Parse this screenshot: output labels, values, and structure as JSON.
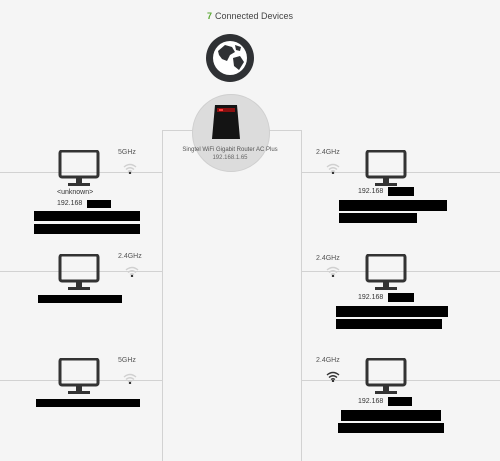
{
  "header": {
    "count": "7",
    "label": "Connected Devices"
  },
  "router": {
    "name": "Singtel WiFi Gigabit Router AC Plus",
    "ip": "192.168.1.65"
  },
  "devices": [
    {
      "band": "5GHz",
      "name": "<unknown>",
      "ip": "192.168"
    },
    {
      "band": "2.4GHz",
      "name": "",
      "ip": ""
    },
    {
      "band": "5GHz",
      "name": "",
      "ip": ""
    },
    {
      "band": "2.4GHz",
      "name": "",
      "ip": "192.168"
    },
    {
      "band": "2.4GHz",
      "name": "",
      "ip": "192.168"
    },
    {
      "band": "2.4GHz",
      "name": "",
      "ip": "192.168"
    }
  ],
  "colors": {
    "accent": "#5aa832",
    "line": "#d2d2d2",
    "icon": "#333333"
  },
  "icons": {
    "internet": "globe-icon",
    "router": "router-icon",
    "device": "monitor-icon",
    "signal": "wifi-icon"
  }
}
